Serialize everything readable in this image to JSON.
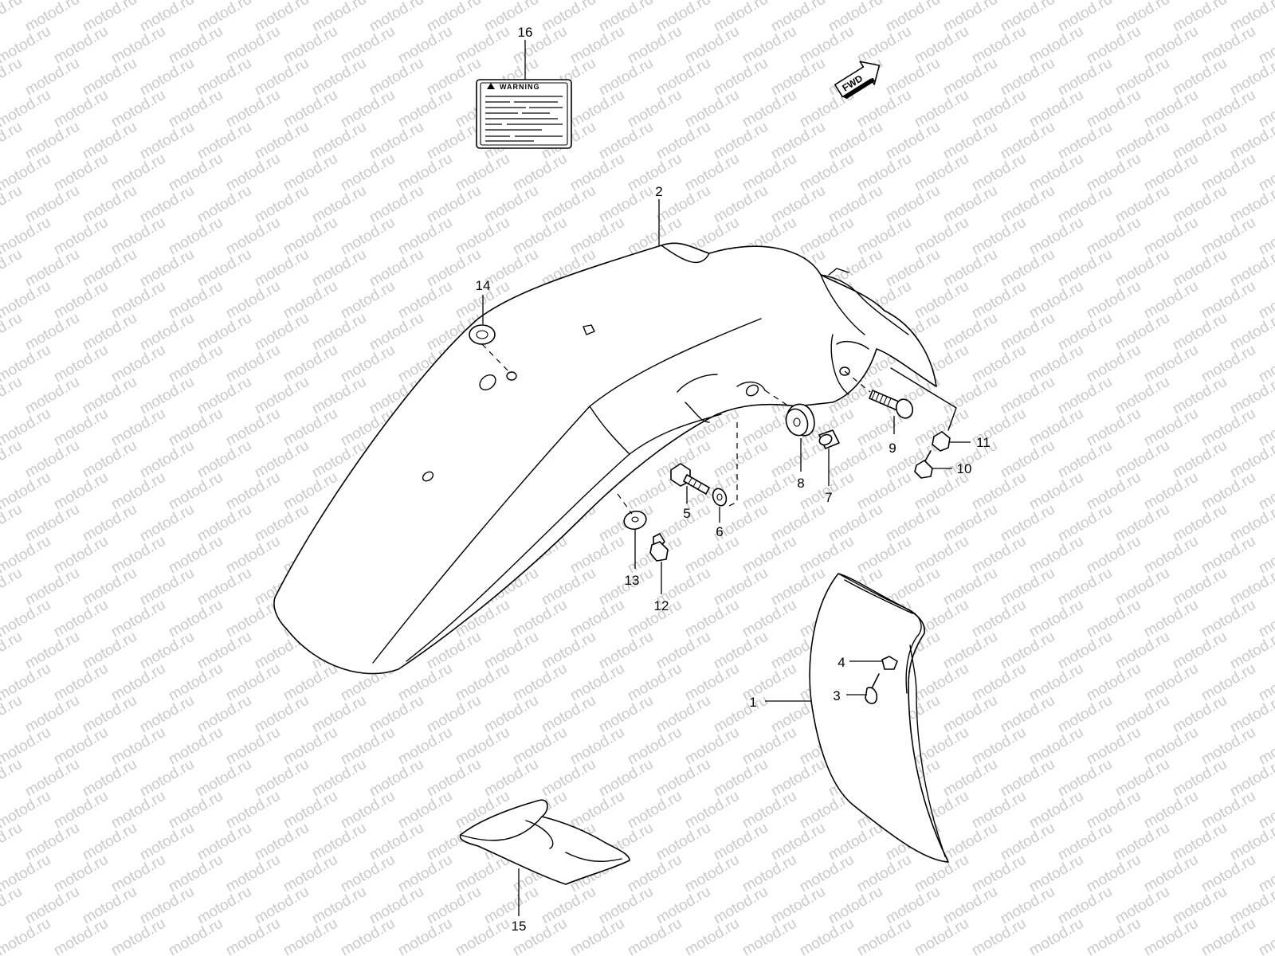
{
  "watermark": {
    "text": "motod.ru",
    "color": "#c9c9c9"
  },
  "direction_arrow": {
    "text": "FWD"
  },
  "warning_label": {
    "title": "WARNING"
  },
  "callouts": [
    {
      "id": "c1",
      "label": "1"
    },
    {
      "id": "c2",
      "label": "2"
    },
    {
      "id": "c3",
      "label": "3"
    },
    {
      "id": "c4",
      "label": "4"
    },
    {
      "id": "c5",
      "label": "5"
    },
    {
      "id": "c6",
      "label": "6"
    },
    {
      "id": "c7",
      "label": "7"
    },
    {
      "id": "c8",
      "label": "8"
    },
    {
      "id": "c9",
      "label": "9"
    },
    {
      "id": "c10",
      "label": "10"
    },
    {
      "id": "c11",
      "label": "11"
    },
    {
      "id": "c12",
      "label": "12"
    },
    {
      "id": "c13",
      "label": "13"
    },
    {
      "id": "c14",
      "label": "14"
    },
    {
      "id": "c15",
      "label": "15"
    },
    {
      "id": "c16",
      "label": "16"
    }
  ]
}
